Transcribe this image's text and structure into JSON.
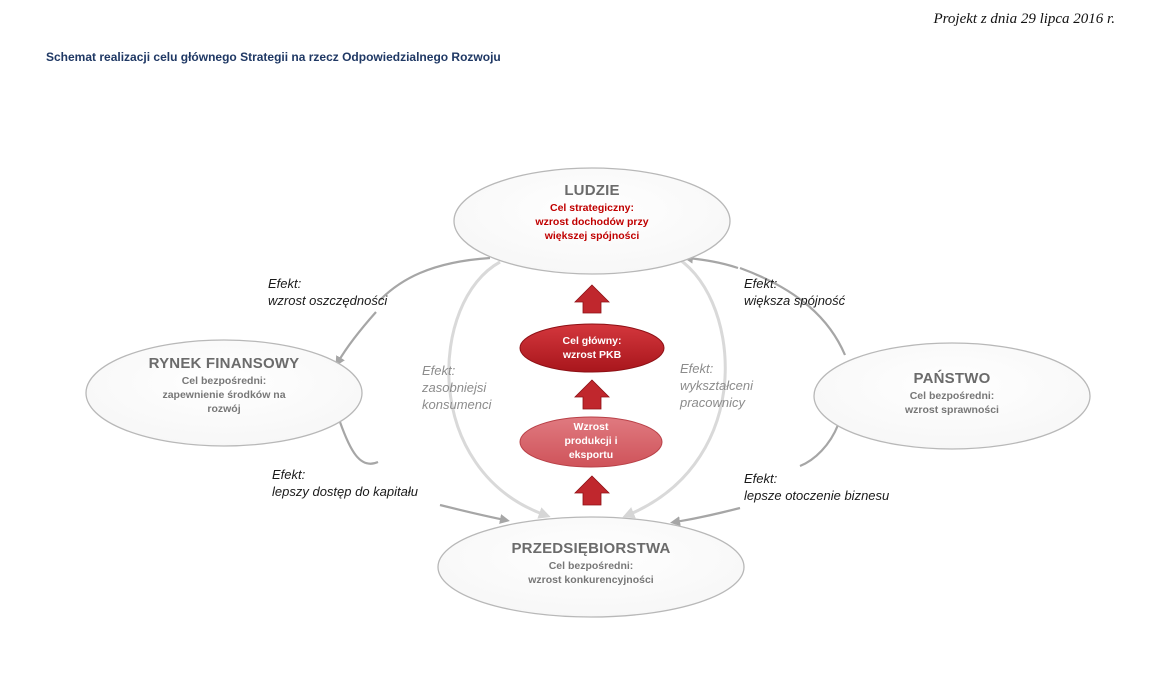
{
  "header": {
    "date_note": "Projekt z dnia 29 lipca 2016 r.",
    "diagram_title": "Schemat realizacji celu głównego Strategii na rzecz Odpowiedzialnego Rozwoju"
  },
  "nodes": {
    "ludzie": {
      "title": "LUDZIE",
      "lines": [
        "Cel strategiczny:",
        "wzrost dochodów  przy",
        "większej spójności"
      ]
    },
    "rynek": {
      "title": "RYNEK FINANSOWY",
      "lines": [
        "Cel bezpośredni:",
        "zapewnienie środków na",
        "rozwój"
      ]
    },
    "panstwo": {
      "title": "PAŃSTWO",
      "lines": [
        "Cel bezpośredni:",
        "wzrost sprawności"
      ]
    },
    "przedsiebiorstwa": {
      "title": "PRZEDSIĘBIORSTWA",
      "lines": [
        "Cel bezpośredni:",
        "wzrost konkurencyjności"
      ]
    }
  },
  "center": {
    "main_goal": [
      "Cel główny:",
      "wzrost PKB"
    ],
    "production": [
      "Wzrost",
      "produkcji i",
      "eksportu"
    ]
  },
  "effects": {
    "oszczednosci": [
      "Efekt:",
      "wzrost oszczędności"
    ],
    "spojnosc": [
      "Efekt:",
      "większa spójność"
    ],
    "kapital": [
      "Efekt:",
      "lepszy dostęp do kapitału"
    ],
    "otoczenie": [
      "Efekt:",
      "lepsze otoczenie biznesu"
    ],
    "konsumenci": [
      "Efekt:",
      "zasobniejsi",
      "konsumenci"
    ],
    "pracownicy": [
      "Efekt:",
      "wykształceni",
      "pracownicy"
    ]
  },
  "colors": {
    "accent_red": "#c0272d",
    "pill_light": "#d9636a",
    "node_border": "#b8b8b8",
    "arrow_grey": "#a6a6a6",
    "title_blue": "#1f3864"
  }
}
